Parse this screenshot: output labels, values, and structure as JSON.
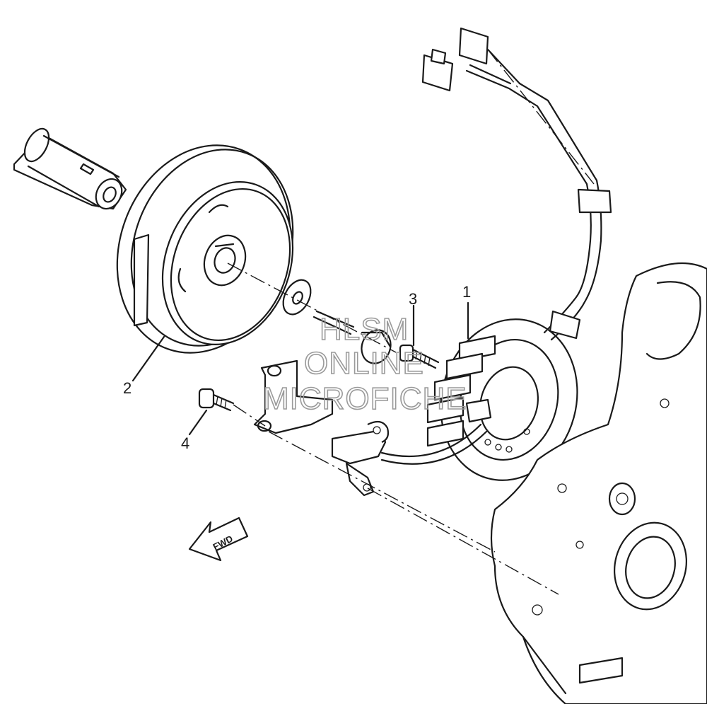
{
  "callouts": [
    {
      "id": "1",
      "label": "1"
    },
    {
      "id": "2",
      "label": "2"
    },
    {
      "id": "3",
      "label": "3"
    },
    {
      "id": "4",
      "label": "4"
    }
  ],
  "direction_arrow": {
    "label": "FWD"
  },
  "watermark": {
    "line1": "HLSM",
    "line2": "ONLINE",
    "line3": "MICROFICHE"
  }
}
